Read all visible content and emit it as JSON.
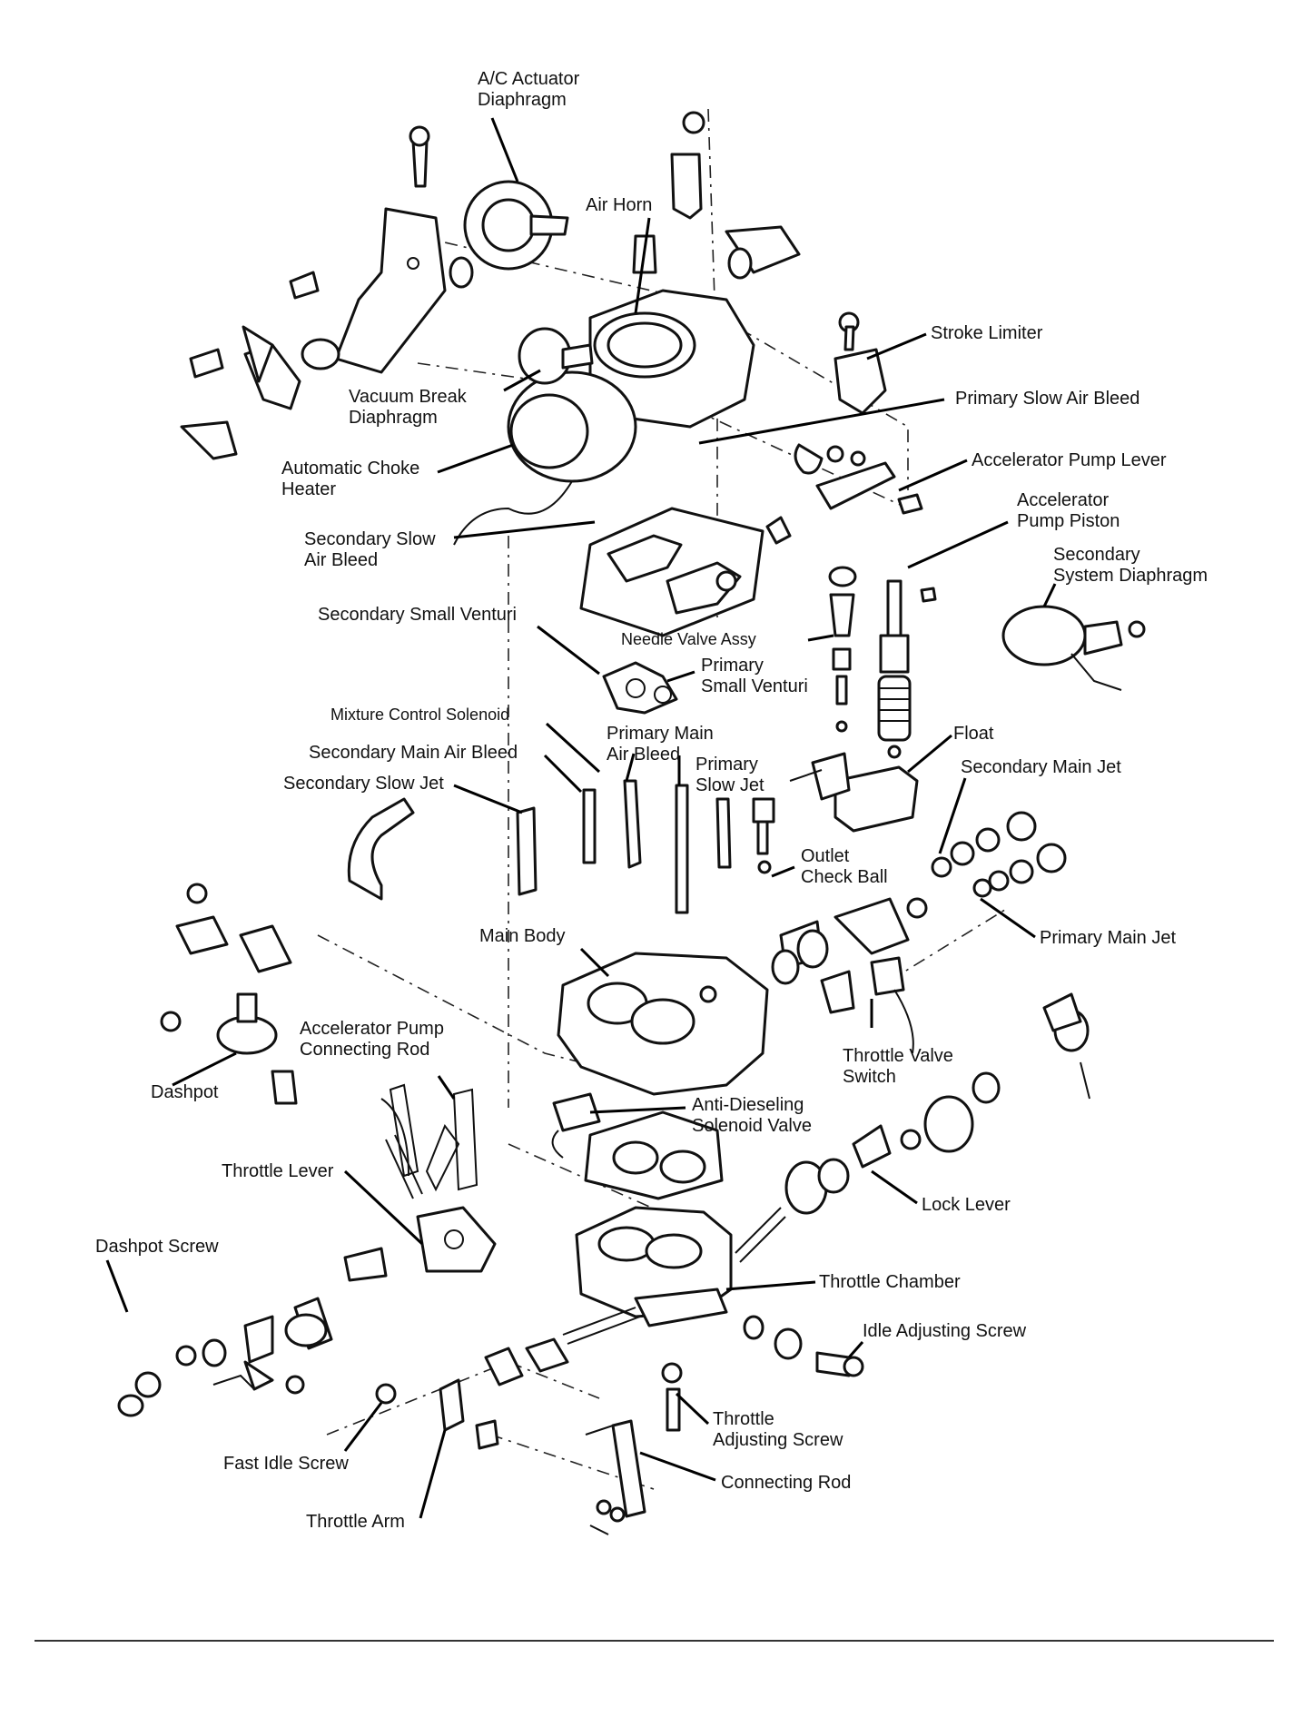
{
  "diagram": {
    "labels": {
      "ac_actuator": "A/C Actuator\nDiaphragm",
      "air_horn": "Air Horn",
      "stroke_limiter": "Stroke Limiter",
      "vacuum_break": "Vacuum Break\nDiaphragm",
      "primary_slow_air_bleed": "Primary Slow Air Bleed",
      "automatic_choke": "Automatic Choke\nHeater",
      "accel_pump_lever": "Accelerator Pump Lever",
      "accel_pump_piston": "Accelerator\nPump Piston",
      "secondary_slow_air_bleed": "Secondary Slow\nAir Bleed",
      "secondary_system_diaphragm": "Secondary\nSystem Diaphragm",
      "secondary_small_venturi": "Secondary Small Venturi",
      "needle_valve": "Needle Valve Assy",
      "primary_small_venturi": "Primary\nSmall Venturi",
      "mixture_control": "Mixture Control Solenoid",
      "primary_main_air_bleed": "Primary Main\nAir Bleed",
      "float": "Float",
      "secondary_main_air_bleed": "Secondary Main Air Bleed",
      "primary_slow_jet": "Primary\nSlow Jet",
      "secondary_main_jet": "Secondary Main Jet",
      "secondary_slow_jet": "Secondary Slow Jet",
      "outlet_check_ball": "Outlet\nCheck Ball",
      "main_body": "Main Body",
      "primary_main_jet": "Primary Main Jet",
      "accel_pump_rod": "Accelerator Pump\nConnecting Rod",
      "throttle_valve_switch": "Throttle Valve\nSwitch",
      "dashpot": "Dashpot",
      "anti_dieseling": "Anti-Dieseling\nSolenoid Valve",
      "throttle_lever": "Throttle Lever",
      "lock_lever": "Lock Lever",
      "dashpot_screw": "Dashpot Screw",
      "throttle_chamber": "Throttle Chamber",
      "idle_adjusting_screw": "Idle Adjusting Screw",
      "throttle_adjusting_screw": "Throttle\nAdjusting Screw",
      "fast_idle_screw": "Fast Idle Screw",
      "connecting_rod": "Connecting Rod",
      "throttle_arm": "Throttle Arm"
    }
  }
}
